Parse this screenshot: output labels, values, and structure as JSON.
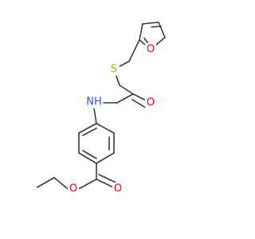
{
  "molecule": {
    "atoms": {
      "o_furan": "O",
      "s_thioether": "S",
      "o_amide": "O",
      "nh_amide": "NH",
      "o_ester_carbonyl": "O",
      "o_ester_ether": "O"
    },
    "colors": {
      "bond": "#3a3a3a",
      "oxygen": "#ff0000",
      "sulfur": "#b3b300",
      "nitrogen": "#3050f8"
    }
  }
}
